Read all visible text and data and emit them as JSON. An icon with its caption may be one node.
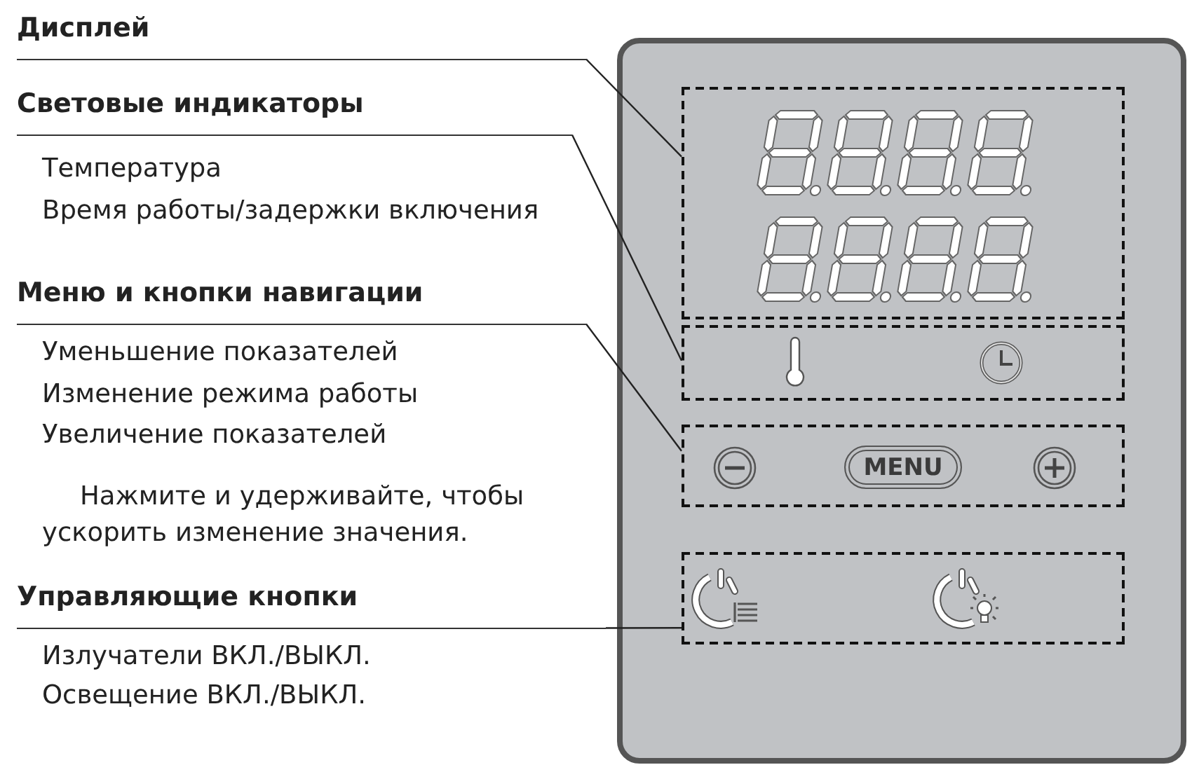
{
  "diagram": {
    "nodes": [
      {
        "text": [
          "Дисплей"
        ]
      },
      {
        "text": [
          "Световые индикаторы"
        ]
      },
      {
        "text": [
          "Меню и кнопки навигации"
        ]
      },
      {
        "text": [
          "Управляющие кнопки"
        ]
      },
      {
        "text": [],
        "shape": "box"
      },
      {
        "text": [],
        "shape": "box"
      },
      {
        "text": [],
        "shape": "box"
      },
      {
        "text": [
          "MENU"
        ],
        "in": 6
      },
      {
        "text": [],
        "shape": "box"
      }
    ],
    "edges": [
      {
        "from": 0,
        "to": 4,
        "arrow": "none"
      },
      {
        "from": 1,
        "to": 5,
        "arrow": "none"
      },
      {
        "from": 2,
        "to": 6,
        "arrow": "none"
      },
      {
        "from": 3,
        "to": 8,
        "arrow": "none"
      }
    ],
    "labels": [
      "Температура",
      "Время работы/задержки включения",
      "Уменьшение показателей",
      "Изменение режима работы",
      "Увеличение показателей",
      "Нажмите и удерживайте, чтобы ускорить изменение значения.",
      "Излучатели ВКЛ./ВЫКЛ.",
      "Освещение ВКЛ./ВЫКЛ."
    ]
  }
}
